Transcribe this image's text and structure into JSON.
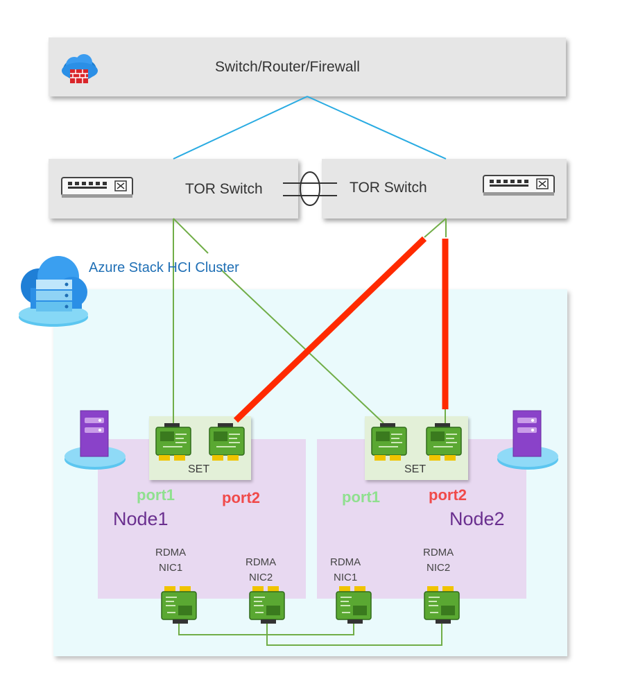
{
  "top_switch": {
    "label": "Switch/Router/Firewall",
    "icon": "firewall-cloud-icon"
  },
  "tor_left": {
    "label": "TOR Switch",
    "icon": "network-switch-icon"
  },
  "tor_right": {
    "label": "TOR Switch",
    "icon": "network-switch-icon"
  },
  "cluster": {
    "label": "Azure Stack HCI Cluster",
    "icon": "hci-cluster-icon"
  },
  "node1": {
    "label": "Node1",
    "set_label": "SET",
    "port1": "port1",
    "port2": "port2",
    "rdma1": {
      "line1": "RDMA",
      "line2": "NIC1"
    },
    "rdma2": {
      "line1": "RDMA",
      "line2": "NIC2"
    }
  },
  "node2": {
    "label": "Node2",
    "set_label": "SET",
    "port1": "port1",
    "port2": "port2",
    "rdma1": {
      "line1": "RDMA",
      "line2": "NIC1"
    },
    "rdma2": {
      "line1": "RDMA",
      "line2": "NIC2"
    }
  },
  "colors": {
    "uplink": "#29abe2",
    "green_link": "#70ad47",
    "red_link": "#ff2a00",
    "cluster_label": "#1f6fb5",
    "port1": "#8fe08f",
    "port2": "#f04a4a",
    "node_label": "#6a2f8f"
  }
}
